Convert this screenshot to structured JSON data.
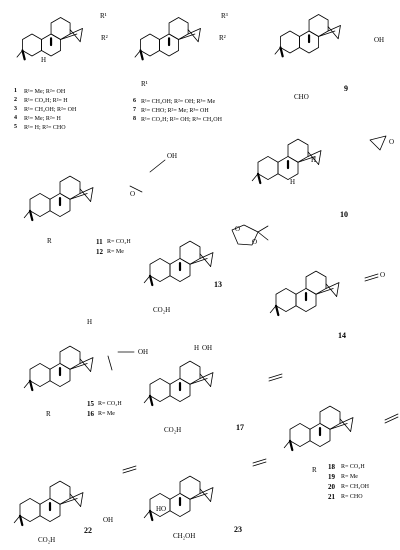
{
  "compounds": [
    {
      "id": "c1",
      "number": "1",
      "subst": "R¹= Me; R²= OH"
    },
    {
      "id": "c2",
      "number": "2",
      "subst": "R¹= CO₂H; R²= H"
    },
    {
      "id": "c3",
      "number": "3",
      "subst": "R¹= CH₂OH; R²= OH"
    },
    {
      "id": "c4",
      "number": "4",
      "subst": "R¹= Me; R²= H"
    },
    {
      "id": "c5",
      "number": "5",
      "subst": "R¹= H; R²= CHO"
    },
    {
      "id": "c6",
      "number": "6",
      "subst": "R¹= CH₂OH; R²= OH; R³= Me"
    },
    {
      "id": "c7",
      "number": "7",
      "subst": "R¹= CHO; R²= Me; R³= OH"
    },
    {
      "id": "c8",
      "number": "8",
      "subst": "R¹= CO₂H; R²= OH; R³= CH₂OH"
    },
    {
      "id": "c9",
      "number": "9"
    },
    {
      "id": "c10",
      "number": "10"
    },
    {
      "id": "c11",
      "number": "11",
      "subst": "R= CO₂H"
    },
    {
      "id": "c12",
      "number": "12",
      "subst": "R= Me"
    },
    {
      "id": "c13",
      "number": "13"
    },
    {
      "id": "c14",
      "number": "14"
    },
    {
      "id": "c15",
      "number": "15",
      "subst": "R= CO₂H"
    },
    {
      "id": "c16",
      "number": "16",
      "subst": "R= Me"
    },
    {
      "id": "c17",
      "number": "17"
    },
    {
      "id": "c18",
      "number": "18",
      "subst": "R= CO₂H"
    },
    {
      "id": "c19",
      "number": "19",
      "subst": "R= Me"
    },
    {
      "id": "c20",
      "number": "20",
      "subst": "R= CH₂OH"
    },
    {
      "id": "c21",
      "number": "21",
      "subst": "R= CHO"
    },
    {
      "id": "c22",
      "number": "22"
    },
    {
      "id": "c23",
      "number": "23"
    }
  ],
  "atoms": {
    "R1": "R¹",
    "R2": "R²",
    "R3": "R³",
    "R": "R",
    "H": "H",
    "OH": "OH",
    "HO": "HO",
    "CHO": "CHO",
    "CO2H": "CO₂H",
    "CH2OH": "CH₂OH",
    "O": "O"
  }
}
